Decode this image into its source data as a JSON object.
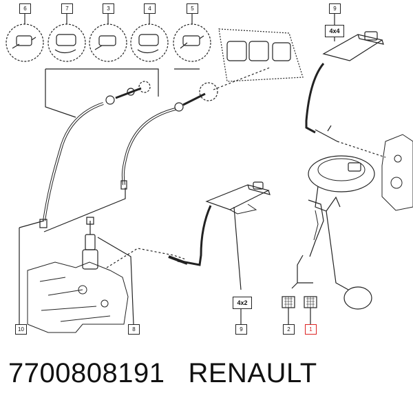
{
  "callouts": {
    "c6": "6",
    "c7": "7",
    "c3": "3",
    "c4": "4",
    "c5": "5",
    "c9top": "9",
    "c10": "10",
    "c8": "8",
    "c9mid": "9",
    "c2": "2",
    "c1": "1"
  },
  "badges": {
    "top": "4x4",
    "mid": "4x2"
  },
  "caption": {
    "part_number": "7700808191",
    "brand": "RENAULT"
  },
  "colors": {
    "line": "#222222",
    "highlight": "#dd2222"
  }
}
